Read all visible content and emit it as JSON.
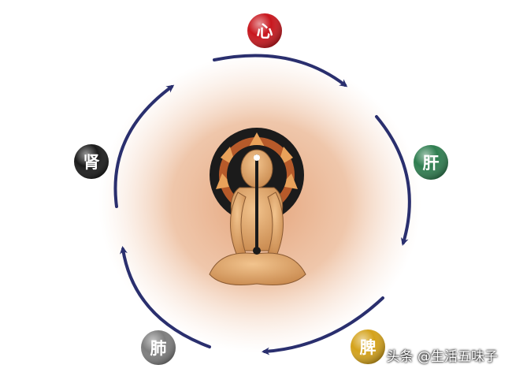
{
  "diagram": {
    "nodes": [
      {
        "id": "heart",
        "label": "心",
        "color": "#c8161d"
      },
      {
        "id": "liver",
        "label": "肝",
        "color": "#2e7d4f"
      },
      {
        "id": "spleen",
        "label": "脾",
        "color": "#d4a21a"
      },
      {
        "id": "lung",
        "label": "肺",
        "color": "#7d7d7d"
      },
      {
        "id": "kidney",
        "label": "肾",
        "color": "#1a1a1a"
      }
    ],
    "arrow_color": "#2a2f6e",
    "glow_color": "#e6a57a"
  },
  "watermark": "头条 @生活五味子"
}
